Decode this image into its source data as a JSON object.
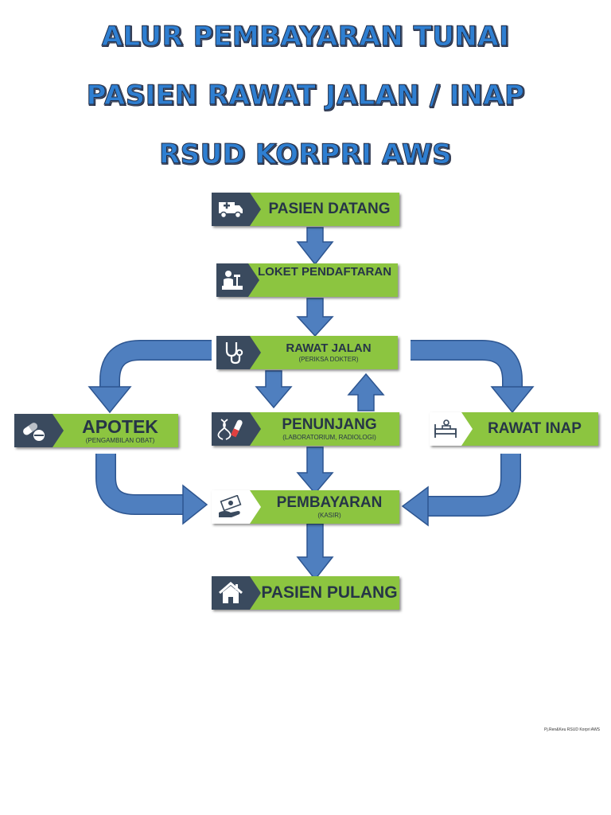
{
  "title": {
    "line1": "ALUR PEMBAYARAN TUNAI",
    "line2": "PASIEN RAWAT JALAN / INAP",
    "line3": "RSUD KORPRI AWS"
  },
  "nodes": {
    "pasien_datang": {
      "label": "PASIEN DATANG",
      "icon": "ambulance-icon"
    },
    "loket_pendaftaran": {
      "label": "LOKET PENDAFTARAN",
      "icon": "registration-desk-icon"
    },
    "rawat_jalan": {
      "label": "RAWAT JALAN",
      "sub": "(PERIKSA DOKTER)",
      "icon": "stethoscope-icon"
    },
    "apotek": {
      "label": "APOTEK",
      "sub": "(PENGAMBILAN OBAT)",
      "icon": "pills-icon"
    },
    "penunjang": {
      "label": "PENUNJANG",
      "sub": "(LABORATORIUM, RADIOLOGI)",
      "icon": "dna-test-tube-icon"
    },
    "rawat_inap": {
      "label": "RAWAT INAP",
      "icon": "hospital-bed-icon"
    },
    "pembayaran": {
      "label": "PEMBAYARAN",
      "sub": "(KASIR)",
      "icon": "payment-hand-icon"
    },
    "pasien_pulang": {
      "label": "PASIEN PULANG",
      "icon": "house-icon"
    }
  },
  "colors": {
    "title_fill": "#2f7fd1",
    "node_green": "#8cc540",
    "icon_box": "#3a4a5e",
    "arrow": "#4f7fbf"
  },
  "footer": "Pj.Ren&Keu RSUD Korpri AWS"
}
